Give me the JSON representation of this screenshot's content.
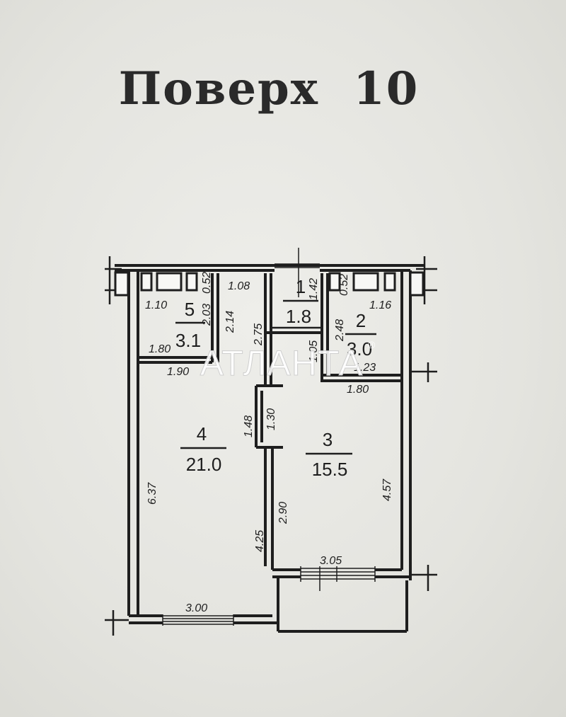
{
  "floor_title": "Поверх 10",
  "rooms": [
    {
      "number": "1",
      "area": "1.8"
    },
    {
      "number": "2",
      "area": "3.0"
    },
    {
      "number": "3",
      "area": "15.5"
    },
    {
      "number": "4",
      "area": "21.0"
    },
    {
      "number": "5",
      "area": "3.1"
    }
  ],
  "dimensions": {
    "d_1_10": "1.10",
    "d_0_52_left": "0.52",
    "d_2_03": "2.03",
    "d_2_14": "2.14",
    "d_1_08": "1.08",
    "d_2_75": "2.75",
    "d_1_42": "1.42",
    "d_0_52_right": "0.52",
    "d_1_16": "1.16",
    "d_2_48": "2.48",
    "d_1_05": "1.05",
    "d_1_80_left": "1.80",
    "d_1_90": "1.90",
    "d_1_80_right": "1.80",
    "d_1_48": "1.48",
    "d_1_30": "1.30",
    "d_6_37": "6.37",
    "d_4_25": "4.25",
    "d_2_90": "2.90",
    "d_4_57": "4.57",
    "d_3_05": "3.05",
    "d_3_00": "3.00",
    "d_bath_small": "1.23"
  },
  "watermark": {
    "text": "АТЛАНТА",
    "mark": "®"
  }
}
